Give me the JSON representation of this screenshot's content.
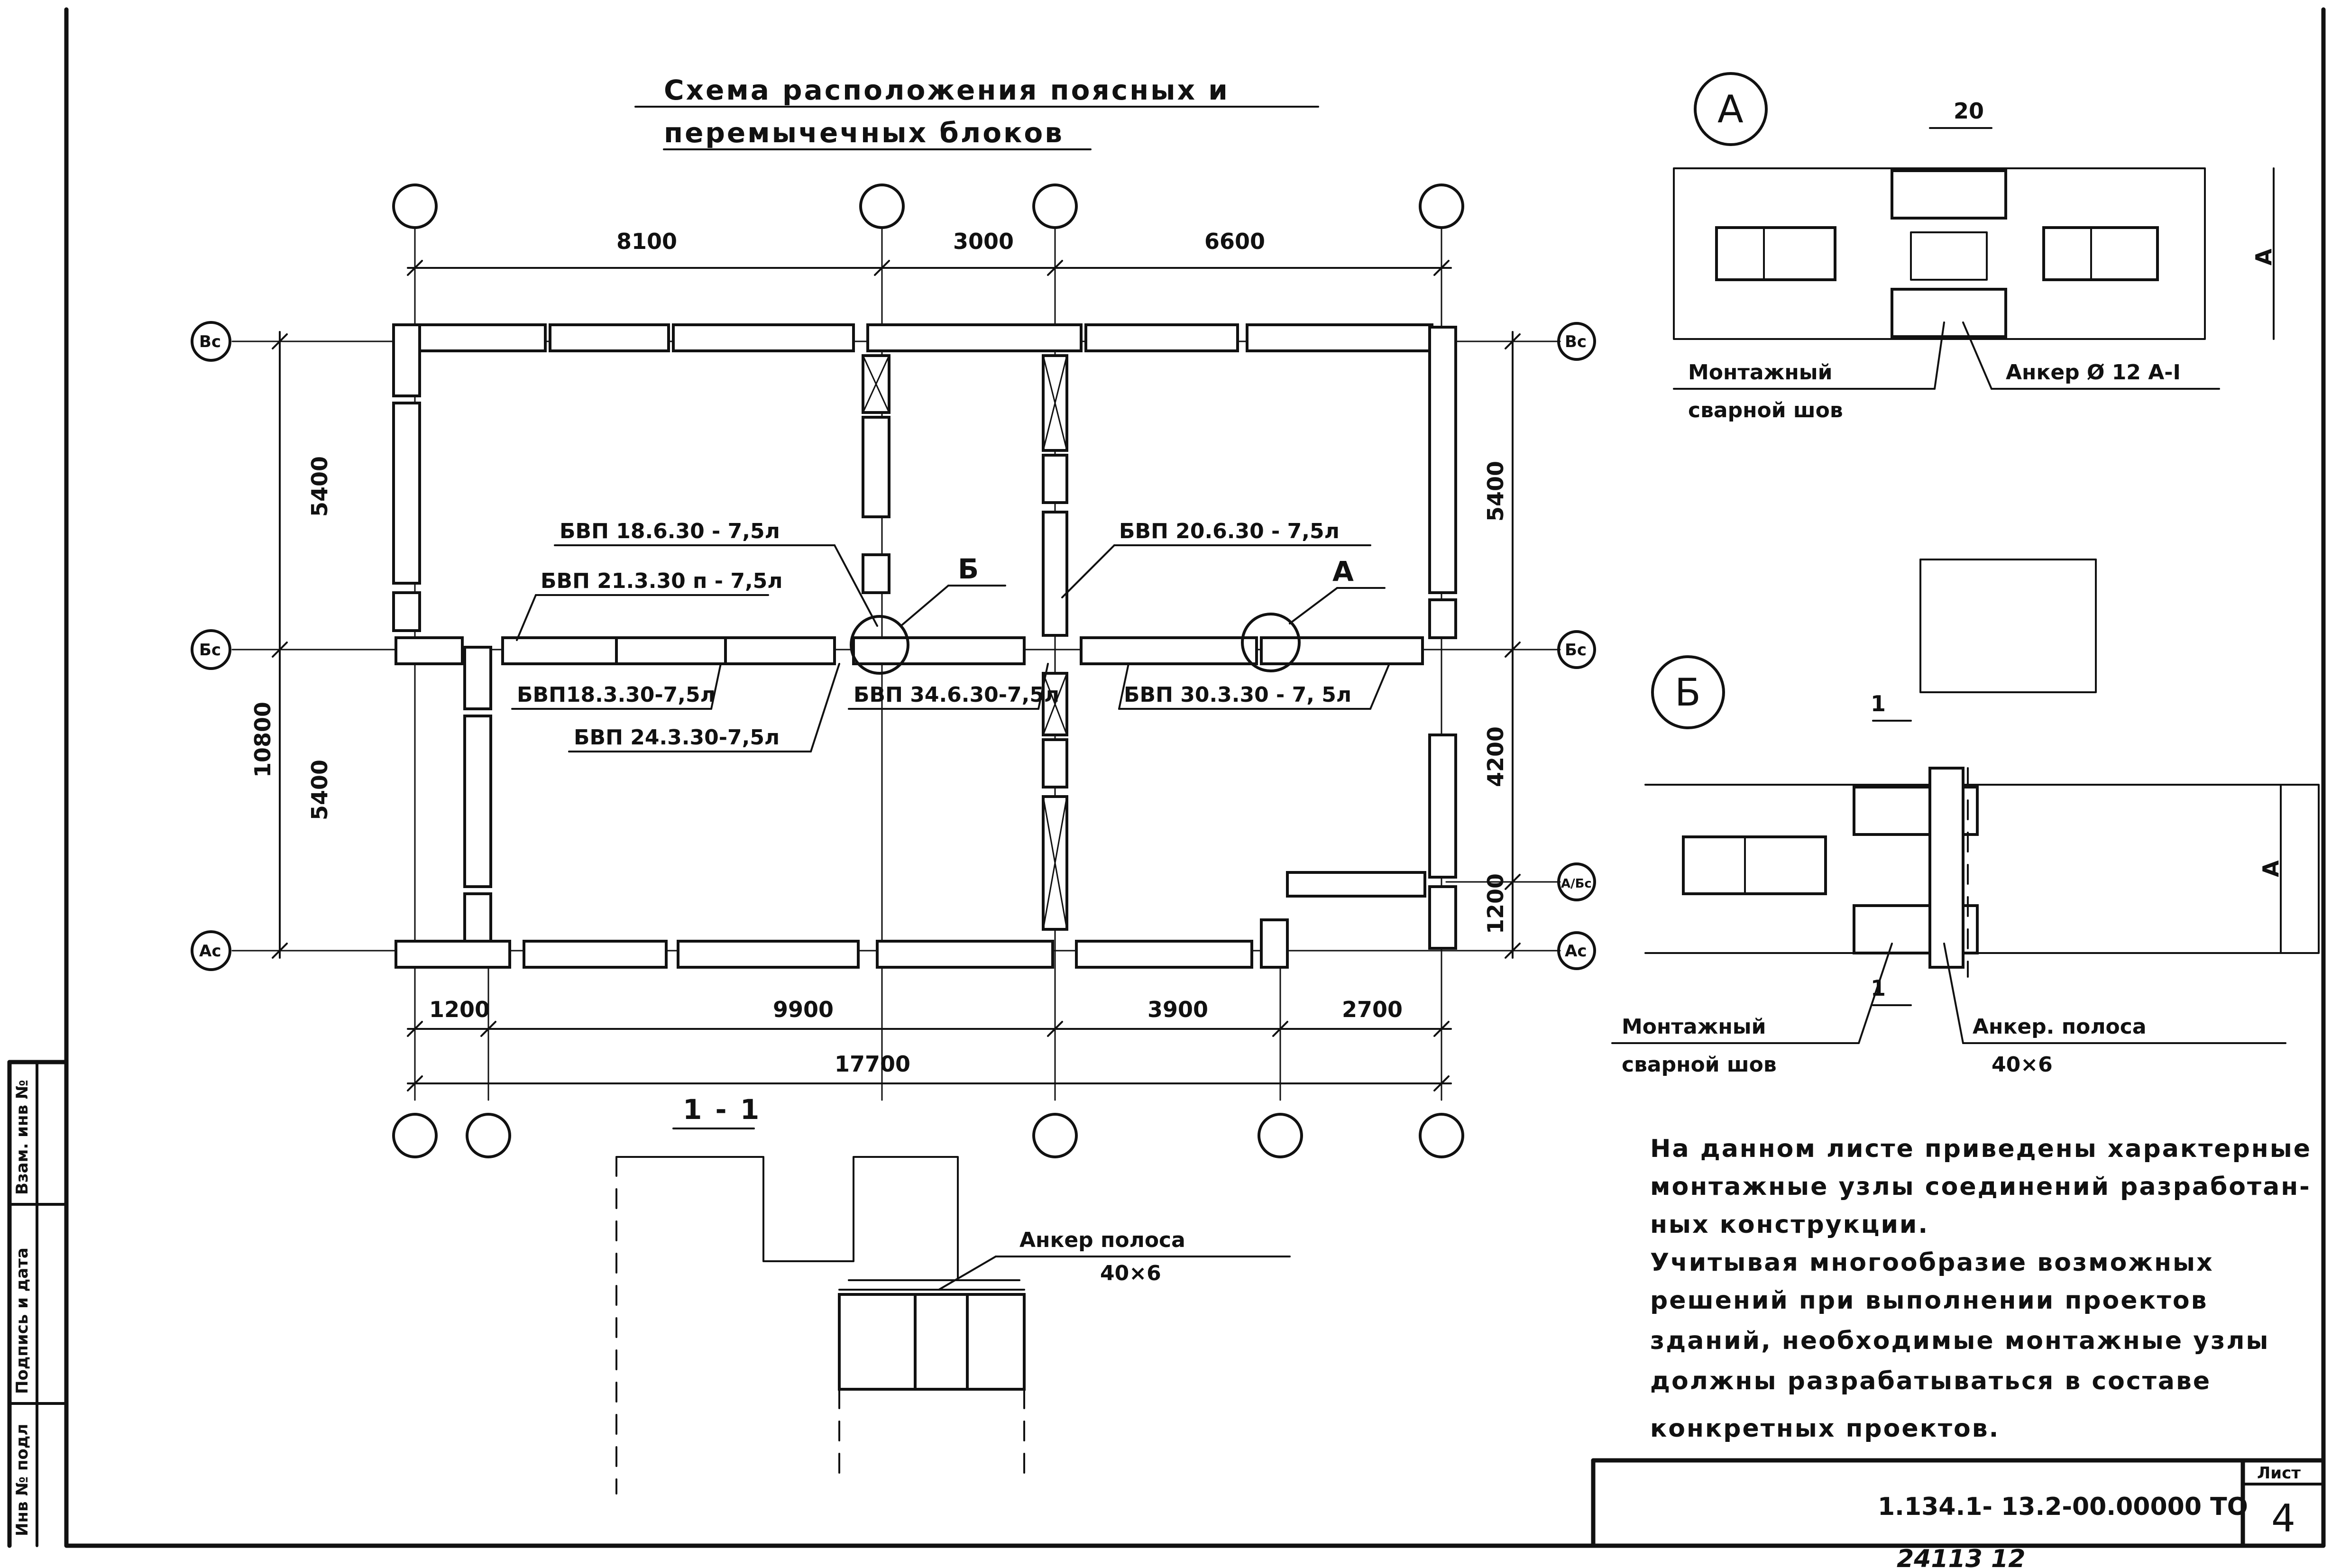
{
  "title_line1": "Схема   расположения поясных  и",
  "title_line2": "перемычечных  блоков",
  "axis_labels": {
    "vc": "Вс",
    "bc": "Бс",
    "ac": "Ас",
    "ab": "А/Бс"
  },
  "dims_top": {
    "d1": "8100",
    "d2": "3000",
    "d3": "6600"
  },
  "dims_bottom": {
    "d1": "1200",
    "d2": "9900",
    "d3": "3900",
    "d4": "2700",
    "total": "17700"
  },
  "dims_left": {
    "d1": "5400",
    "d2": "5400",
    "total": "10800"
  },
  "dims_right": {
    "d1": "5400",
    "d2": "4200",
    "d3": "1200"
  },
  "block_labels": {
    "b1": "БВП 18.6.30 - 7,5л",
    "b2": "БВП 21.3.30 п - 7,5л",
    "b3": "БВП 20.6.30 - 7,5л",
    "b4": "БВП18.3.30-7,5л",
    "b5": "БВП 24.3.30-7,5л",
    "b6": "БВП 34.6.30-7,5л",
    "b7": "БВП 30.3.30 - 7, 5л"
  },
  "callouts": {
    "a": "А",
    "b": "Б"
  },
  "section": {
    "label": "1 - 1",
    "anchor": "Анкер   полоса",
    "anchor_size": "40×6"
  },
  "detail_a": {
    "circle": "А",
    "gap": "20",
    "dim": "А",
    "weld_1": "Монтажный",
    "weld_2": "сварной шов",
    "anchor": "Анкер Ø 12 А-I"
  },
  "detail_b": {
    "circle": "Б",
    "dim": "А",
    "cut": "1",
    "weld_1": "Монтажный",
    "weld_2": "сварной шов",
    "anchor": "Анкер. полоса",
    "anchor_size": "40×6"
  },
  "note_lines": [
    "На данном листе приведены характерные",
    "монтажные узлы соединений разработан-",
    "ных  конструкции.",
    "Учитывая   многообразие возможных",
    "решений  при выполнении проектов",
    "зданий, необходимые монтажные узлы",
    "должны разрабатываться в составе",
    "конкретных  проектов."
  ],
  "stamp": {
    "code": "1.134.1- 13.2-00.00000 ТО",
    "sheet_label": "Лист",
    "sheet_no": "4"
  },
  "side_stamp": {
    "r1": "Инв № подл",
    "r2": "Подпись и дата",
    "r3": "Взам. инв №"
  },
  "bottom_number": "24113   12"
}
